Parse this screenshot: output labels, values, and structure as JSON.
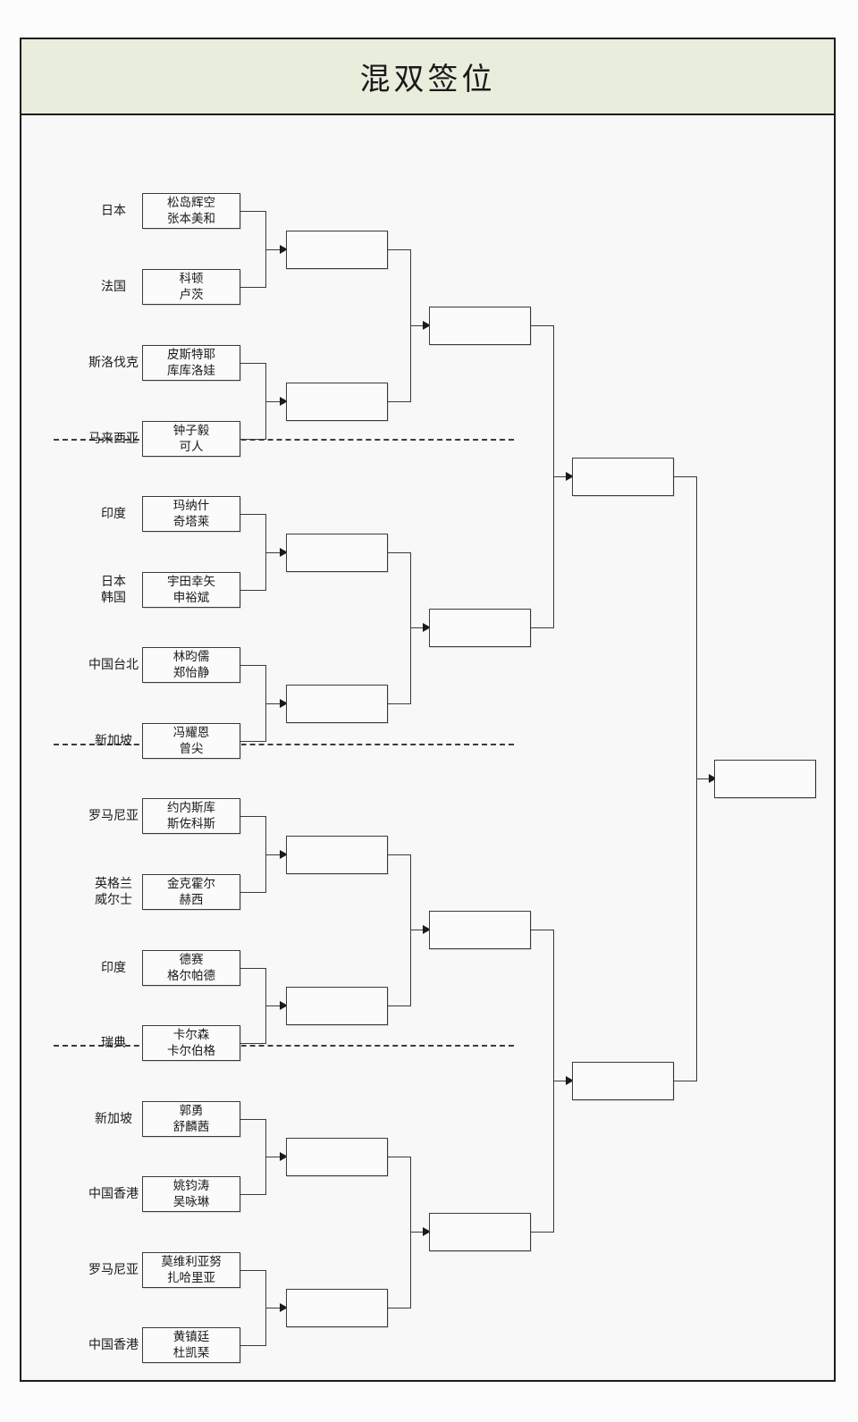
{
  "header": {
    "title": "混双签位"
  },
  "bracket": {
    "entries": [
      {
        "nation": "日本",
        "p1": "松岛辉空",
        "p2": "张本美和"
      },
      {
        "nation": "法国",
        "p1": "科顿",
        "p2": "卢茨"
      },
      {
        "nation": "斯洛伐克",
        "p1": "皮斯特耶",
        "p2": "库库洛娃"
      },
      {
        "nation": "马来西亚",
        "p1": "钟子毅",
        "p2": "可人"
      },
      {
        "nation": "印度",
        "p1": "玛纳什",
        "p2": "奇塔莱"
      },
      {
        "nation": "日本\n韩国",
        "p1": "宇田幸矢",
        "p2": "申裕斌"
      },
      {
        "nation": "中国台北",
        "p1": "林昀儒",
        "p2": "郑怡静"
      },
      {
        "nation": "新加坡",
        "p1": "冯耀恩",
        "p2": "曾尖"
      },
      {
        "nation": "罗马尼亚",
        "p1": "约内斯库",
        "p2": "斯佐科斯"
      },
      {
        "nation": "英格兰\n威尔士",
        "p1": "金克霍尔",
        "p2": "赫西"
      },
      {
        "nation": "印度",
        "p1": "德赛",
        "p2": "格尔帕德"
      },
      {
        "nation": "瑞典",
        "p1": "卡尔森",
        "p2": "卡尔伯格"
      },
      {
        "nation": "新加坡",
        "p1": "郭勇",
        "p2": "舒麟茜"
      },
      {
        "nation": "中国香港",
        "p1": "姚钧涛",
        "p2": "吴咏琳"
      },
      {
        "nation": "罗马尼亚",
        "p1": "莫维利亚努",
        "p2": "扎哈里亚"
      },
      {
        "nation": "中国香港",
        "p1": "黄镇廷",
        "p2": "杜凯琹"
      }
    ],
    "round2": [
      "",
      "",
      "",
      "",
      "",
      "",
      "",
      ""
    ],
    "round3": [
      "",
      "",
      "",
      ""
    ],
    "round4": [
      "",
      ""
    ],
    "final": [
      ""
    ]
  },
  "colors": {
    "title_band": "#e9eddc",
    "frame_border": "#1c1c1c",
    "box_border": "#3a3a3a",
    "line": "#3a3a3a",
    "page_background": "#fcfcfc"
  }
}
